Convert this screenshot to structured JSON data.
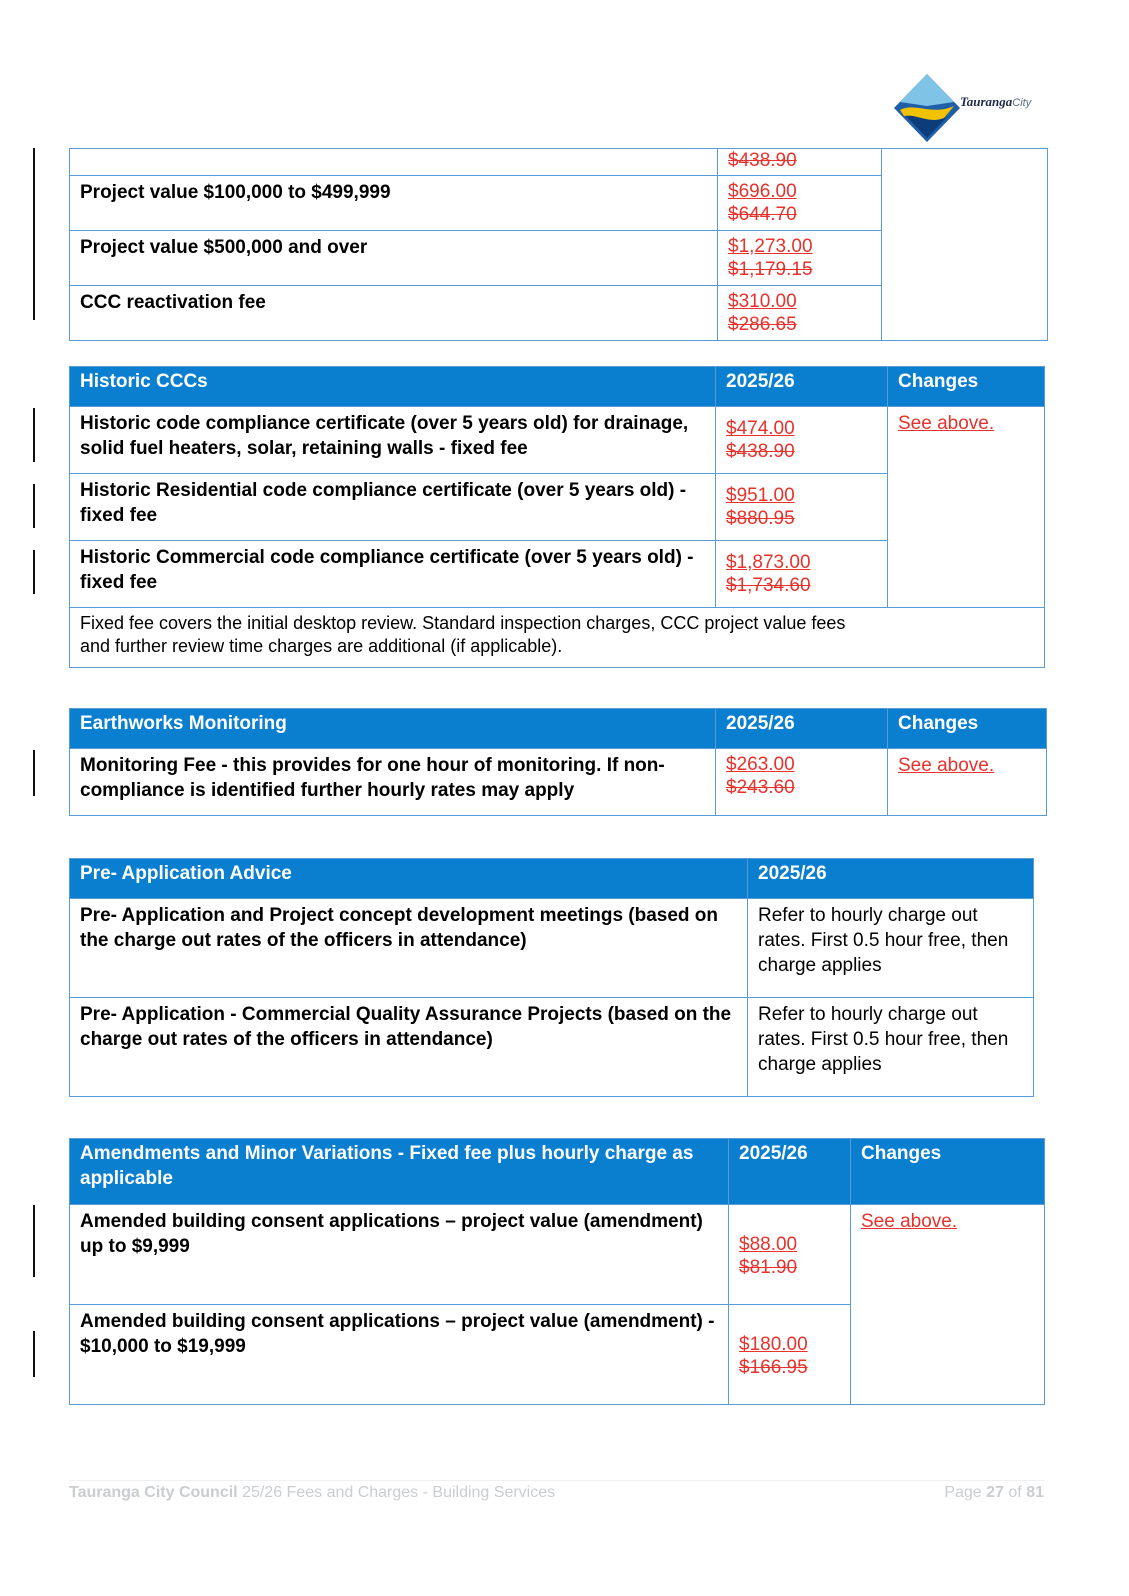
{
  "logo": {
    "name": "Tauranga",
    "suffix": "City"
  },
  "t1": {
    "rows": [
      {
        "desc": "",
        "new": "",
        "old": "$438.90"
      },
      {
        "desc": "Project value $100,000 to $499,999",
        "new": "$696.00",
        "old": "$644.70"
      },
      {
        "desc": "Project value $500,000 and over",
        "new": "$1,273.00",
        "old": "$1,179.15"
      },
      {
        "desc": "CCC reactivation fee",
        "new": "$310.00",
        "old": "$286.65"
      }
    ]
  },
  "t2": {
    "header": {
      "c1": "Historic CCCs",
      "c2": "2025/26",
      "c3": "Changes"
    },
    "rows": [
      {
        "desc": "Historic code compliance certificate (over 5 years old) for drainage, solid fuel heaters, solar, retaining walls - fixed fee",
        "new": "$474.00",
        "old": "$438.90"
      },
      {
        "desc": "Historic Residential code compliance certificate (over 5 years old) - fixed fee",
        "new": "$951.00",
        "old": "$880.95"
      },
      {
        "desc": "Historic Commercial code compliance certificate (over 5 years old) - fixed fee",
        "new": "$1,873.00",
        "old": "$1,734.60"
      }
    ],
    "changes": "See above.",
    "note": "Fixed fee covers the initial desktop review. Standard inspection charges, CCC project value fees and further review time charges are additional (if applicable)."
  },
  "t3": {
    "header": {
      "c1": "Earthworks Monitoring",
      "c2": "2025/26",
      "c3": "Changes"
    },
    "rows": [
      {
        "desc": "Monitoring Fee - this provides for one hour of monitoring. If non-compliance is identified further hourly rates may apply",
        "new": "$263.00",
        "old": "$243.60"
      }
    ],
    "changes": "See above."
  },
  "t4": {
    "header": {
      "c1": "Pre- Application Advice",
      "c2": "2025/26"
    },
    "rows": [
      {
        "desc": "Pre- Application and Project concept development meetings (based on the charge out rates of the officers in attendance)",
        "fee": "Refer to hourly charge out rates. First 0.5 hour free, then charge applies"
      },
      {
        "desc": "Pre- Application - Commercial Quality Assurance Projects (based on the charge out rates of the officers in attendance)",
        "fee": "Refer to hourly charge out rates. First 0.5 hour free, then charge applies"
      }
    ]
  },
  "t5": {
    "header": {
      "c1": "Amendments and Minor Variations - Fixed fee plus hourly charge as applicable",
      "c2": "2025/26",
      "c3": "Changes"
    },
    "rows": [
      {
        "desc": "Amended building consent applications – project value (amendment) up to $9,999",
        "new": "$88.00",
        "old": "$81.90"
      },
      {
        "desc": "Amended building consent applications – project value (amendment) - $10,000 to $19,999",
        "new": "$180.00",
        "old": "$166.95"
      }
    ],
    "changes": "See above."
  },
  "footer": {
    "org": "Tauranga City Council",
    "doc": "25/26 Fees and Charges - Building Services",
    "page_word": "Page",
    "page": "27",
    "of_word": "of",
    "total": "81"
  }
}
